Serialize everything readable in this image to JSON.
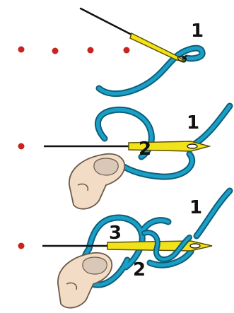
{
  "colors": {
    "thread": "#1a9fc6",
    "thread_outline": "#0d5f7a",
    "needle": "#f2e21a",
    "needle_outline": "#5a5000",
    "dot": "#c8231e",
    "skin": "#f2dcc6",
    "skin_outline": "#6b5a4a",
    "nail": "#d9c8b8",
    "label": "#111111"
  },
  "icons": [
    "needle-icon",
    "thread-icon",
    "finger-icon",
    "stitch-dot-icon"
  ],
  "steps": [
    {
      "number_labels": [
        "1"
      ]
    },
    {
      "number_labels": [
        "1",
        "2"
      ]
    },
    {
      "number_labels": [
        "1",
        "3",
        "2"
      ]
    }
  ]
}
